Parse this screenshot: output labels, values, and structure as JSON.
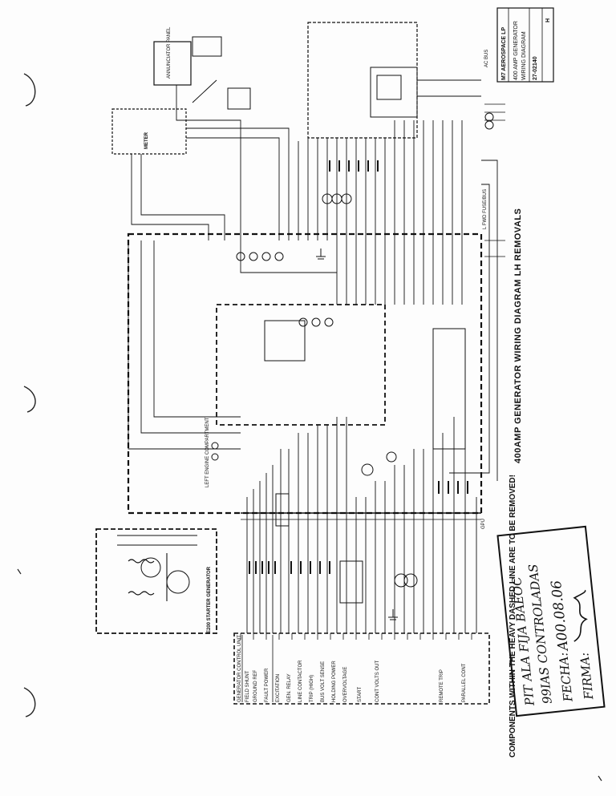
{
  "title": "400AMP GENERATOR WIRING DIAGRAM LH REMOVALS",
  "note": "COMPONENTS WITHIN THE HEAVY DASHED LINE ARE TO BE REMOVED!",
  "title_block": {
    "company": "M7 AEROSPACE LP",
    "line1": "400 AMP GENERATOR",
    "line2": "WIRING DIAGRAM",
    "number": "27-02140",
    "rev": "H"
  },
  "stamp": {
    "line1": "PIT ALA FIJA BAEOC",
    "line2": "99IAS CONTROLADAS",
    "fecha_label": "FECHA:",
    "fecha_value": "A00.08.06",
    "firma_label": "FIRMA:"
  },
  "labels": {
    "generator": "E200 STARTER GENERATOR",
    "gcu": "GENERATOR CONTROL UNIT",
    "annunciator": "ANNUNCIATOR PANEL",
    "meter": "METER",
    "junction": "LEFT ENGINE COMPARTMENT",
    "fuse": "L FWD FUSE/BUS",
    "gpu": "GPU",
    "ac_bus": "AC BUS"
  },
  "terminals": [
    "GENERATOR CONTROL UNIT",
    "FIELD SHUNT",
    "GROUND REF",
    "FAULT POWER",
    "EXCITATION",
    "GEN. RELAY",
    "LINE CONTACTOR",
    "TRIP (HIGH)",
    "BUS VOLT SENSE",
    "HOLDING POWER",
    "OVERVOLTAGE",
    "START",
    "CONT VOLTS OUT",
    "REMOTE TRIP",
    "PARALLEL CONT"
  ]
}
